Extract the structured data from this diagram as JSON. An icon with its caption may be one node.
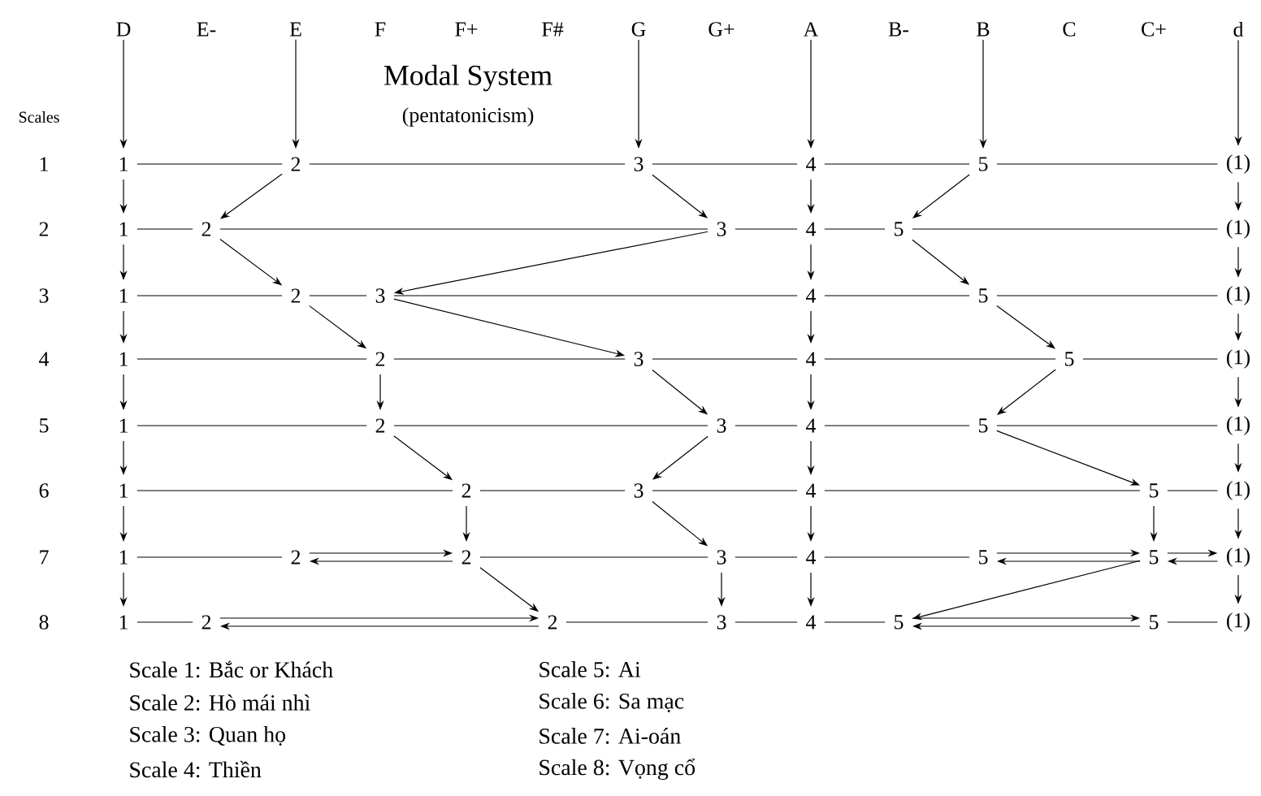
{
  "diagram": {
    "title": "Modal System",
    "nodes": [
      {
        "text": [
          "D"
        ]
      },
      {
        "text": [
          "E"
        ]
      },
      {
        "text": [
          "G"
        ]
      },
      {
        "text": [
          "A"
        ]
      },
      {
        "text": [
          "B"
        ]
      },
      {
        "text": [
          "d"
        ]
      },
      {
        "text": [
          "1"
        ]
      },
      {
        "text": [
          "2"
        ]
      },
      {
        "text": [
          "3"
        ]
      },
      {
        "text": [
          "4"
        ]
      },
      {
        "text": [
          "5"
        ]
      },
      {
        "text": [
          "(1)"
        ]
      },
      {
        "text": [
          "1"
        ]
      },
      {
        "text": [
          "2"
        ]
      },
      {
        "text": [
          "3"
        ]
      },
      {
        "text": [
          "4"
        ]
      },
      {
        "text": [
          "5"
        ]
      },
      {
        "text": [
          "(1)"
        ]
      },
      {
        "text": [
          "1"
        ]
      },
      {
        "text": [
          "2"
        ]
      },
      {
        "text": [
          "3"
        ]
      },
      {
        "text": [
          "4"
        ]
      },
      {
        "text": [
          "5"
        ]
      },
      {
        "text": [
          "(1)"
        ]
      },
      {
        "text": [
          "1"
        ]
      },
      {
        "text": [
          "2"
        ]
      },
      {
        "text": [
          "3"
        ]
      },
      {
        "text": [
          "4"
        ]
      },
      {
        "text": [
          "5"
        ]
      },
      {
        "text": [
          "(1)"
        ]
      },
      {
        "text": [
          "1"
        ]
      },
      {
        "text": [
          "2"
        ]
      },
      {
        "text": [
          "3"
        ]
      },
      {
        "text": [
          "4"
        ]
      },
      {
        "text": [
          "5"
        ]
      },
      {
        "text": [
          "(1)"
        ]
      },
      {
        "text": [
          "1"
        ]
      },
      {
        "text": [
          "2"
        ]
      },
      {
        "text": [
          "3"
        ]
      },
      {
        "text": [
          "4"
        ]
      },
      {
        "text": [
          "5"
        ]
      },
      {
        "text": [
          "(1)"
        ]
      },
      {
        "text": [
          "1"
        ]
      },
      {
        "text": [
          "2"
        ]
      },
      {
        "text": [
          "2"
        ]
      },
      {
        "text": [
          "3"
        ]
      },
      {
        "text": [
          "4"
        ]
      },
      {
        "text": [
          "5"
        ]
      },
      {
        "text": [
          "5"
        ]
      },
      {
        "text": [
          "(1)"
        ]
      },
      {
        "text": [
          "1"
        ]
      },
      {
        "text": [
          "2"
        ]
      },
      {
        "text": [
          "2"
        ]
      },
      {
        "text": [
          "3"
        ]
      },
      {
        "text": [
          "4"
        ]
      },
      {
        "text": [
          "5"
        ]
      },
      {
        "text": [
          "5"
        ]
      },
      {
        "text": [
          "(1)"
        ]
      }
    ],
    "edges": [
      {
        "from": 0,
        "to": 6,
        "arrow": "to"
      },
      {
        "from": 1,
        "to": 7,
        "arrow": "to"
      },
      {
        "from": 2,
        "to": 8,
        "arrow": "to"
      },
      {
        "from": 3,
        "to": 9,
        "arrow": "to"
      },
      {
        "from": 4,
        "to": 10,
        "arrow": "to"
      },
      {
        "from": 5,
        "to": 11,
        "arrow": "to"
      },
      {
        "from": 6,
        "to": 7,
        "arrow": "none"
      },
      {
        "from": 7,
        "to": 8,
        "arrow": "none"
      },
      {
        "from": 8,
        "to": 9,
        "arrow": "none"
      },
      {
        "from": 9,
        "to": 10,
        "arrow": "none"
      },
      {
        "from": 10,
        "to": 11,
        "arrow": "none"
      },
      {
        "from": 12,
        "to": 13,
        "arrow": "none"
      },
      {
        "from": 13,
        "to": 14,
        "arrow": "none"
      },
      {
        "from": 14,
        "to": 15,
        "arrow": "none"
      },
      {
        "from": 15,
        "to": 16,
        "arrow": "none"
      },
      {
        "from": 16,
        "to": 17,
        "arrow": "none"
      },
      {
        "from": 18,
        "to": 19,
        "arrow": "none"
      },
      {
        "from": 19,
        "to": 20,
        "arrow": "none"
      },
      {
        "from": 20,
        "to": 21,
        "arrow": "none"
      },
      {
        "from": 21,
        "to": 22,
        "arrow": "none"
      },
      {
        "from": 22,
        "to": 23,
        "arrow": "none"
      },
      {
        "from": 24,
        "to": 25,
        "arrow": "none"
      },
      {
        "from": 25,
        "to": 26,
        "arrow": "none"
      },
      {
        "from": 26,
        "to": 27,
        "arrow": "none"
      },
      {
        "from": 27,
        "to": 28,
        "arrow": "none"
      },
      {
        "from": 28,
        "to": 29,
        "arrow": "none"
      },
      {
        "from": 30,
        "to": 31,
        "arrow": "none"
      },
      {
        "from": 31,
        "to": 32,
        "arrow": "none"
      },
      {
        "from": 32,
        "to": 33,
        "arrow": "none"
      },
      {
        "from": 33,
        "to": 34,
        "arrow": "none"
      },
      {
        "from": 34,
        "to": 35,
        "arrow": "none"
      },
      {
        "from": 36,
        "to": 37,
        "arrow": "none"
      },
      {
        "from": 37,
        "to": 38,
        "arrow": "none"
      },
      {
        "from": 38,
        "to": 39,
        "arrow": "none"
      },
      {
        "from": 39,
        "to": 40,
        "arrow": "none"
      },
      {
        "from": 40,
        "to": 41,
        "arrow": "none"
      },
      {
        "from": 42,
        "to": 43,
        "arrow": "none"
      },
      {
        "from": 43,
        "to": 44,
        "arrow": "to"
      },
      {
        "from": 44,
        "to": 43,
        "arrow": "to"
      },
      {
        "from": 44,
        "to": 45,
        "arrow": "none"
      },
      {
        "from": 45,
        "to": 46,
        "arrow": "none"
      },
      {
        "from": 46,
        "to": 47,
        "arrow": "none"
      },
      {
        "from": 47,
        "to": 48,
        "arrow": "to"
      },
      {
        "from": 48,
        "to": 47,
        "arrow": "to"
      },
      {
        "from": 48,
        "to": 49,
        "arrow": "to"
      },
      {
        "from": 49,
        "to": 48,
        "arrow": "to"
      },
      {
        "from": 50,
        "to": 51,
        "arrow": "none"
      },
      {
        "from": 51,
        "to": 52,
        "arrow": "to"
      },
      {
        "from": 52,
        "to": 51,
        "arrow": "to"
      },
      {
        "from": 52,
        "to": 53,
        "arrow": "none"
      },
      {
        "from": 53,
        "to": 54,
        "arrow": "none"
      },
      {
        "from": 54,
        "to": 55,
        "arrow": "none"
      },
      {
        "from": 55,
        "to": 56,
        "arrow": "to"
      },
      {
        "from": 56,
        "to": 55,
        "arrow": "to"
      },
      {
        "from": 56,
        "to": 57,
        "arrow": "none"
      },
      {
        "from": 6,
        "to": 12,
        "arrow": "to"
      },
      {
        "from": 12,
        "to": 18,
        "arrow": "to"
      },
      {
        "from": 18,
        "to": 24,
        "arrow": "to"
      },
      {
        "from": 24,
        "to": 30,
        "arrow": "to"
      },
      {
        "from": 30,
        "to": 36,
        "arrow": "to"
      },
      {
        "from": 36,
        "to": 42,
        "arrow": "to"
      },
      {
        "from": 42,
        "to": 50,
        "arrow": "to"
      },
      {
        "from": 9,
        "to": 15,
        "arrow": "to"
      },
      {
        "from": 15,
        "to": 21,
        "arrow": "to"
      },
      {
        "from": 21,
        "to": 27,
        "arrow": "to"
      },
      {
        "from": 27,
        "to": 33,
        "arrow": "to"
      },
      {
        "from": 33,
        "to": 39,
        "arrow": "to"
      },
      {
        "from": 39,
        "to": 46,
        "arrow": "to"
      },
      {
        "from": 46,
        "to": 54,
        "arrow": "to"
      },
      {
        "from": 11,
        "to": 17,
        "arrow": "to"
      },
      {
        "from": 17,
        "to": 23,
        "arrow": "to"
      },
      {
        "from": 23,
        "to": 29,
        "arrow": "to"
      },
      {
        "from": 29,
        "to": 35,
        "arrow": "to"
      },
      {
        "from": 35,
        "to": 41,
        "arrow": "to"
      },
      {
        "from": 41,
        "to": 49,
        "arrow": "to"
      },
      {
        "from": 49,
        "to": 57,
        "arrow": "to"
      },
      {
        "from": 7,
        "to": 13,
        "arrow": "to"
      },
      {
        "from": 8,
        "to": 14,
        "arrow": "to"
      },
      {
        "from": 10,
        "to": 16,
        "arrow": "to"
      },
      {
        "from": 13,
        "to": 19,
        "arrow": "to"
      },
      {
        "from": 14,
        "to": 20,
        "arrow": "to"
      },
      {
        "from": 16,
        "to": 22,
        "arrow": "to"
      },
      {
        "from": 19,
        "to": 25,
        "arrow": "to"
      },
      {
        "from": 20,
        "to": 26,
        "arrow": "to"
      },
      {
        "from": 22,
        "to": 28,
        "arrow": "to"
      },
      {
        "from": 25,
        "to": 31,
        "arrow": "to"
      },
      {
        "from": 26,
        "to": 32,
        "arrow": "to"
      },
      {
        "from": 28,
        "to": 34,
        "arrow": "to"
      },
      {
        "from": 31,
        "to": 37,
        "arrow": "to"
      },
      {
        "from": 32,
        "to": 38,
        "arrow": "to"
      },
      {
        "from": 34,
        "to": 40,
        "arrow": "to"
      },
      {
        "from": 37,
        "to": 44,
        "arrow": "to"
      },
      {
        "from": 38,
        "to": 45,
        "arrow": "to"
      },
      {
        "from": 40,
        "to": 48,
        "arrow": "to"
      },
      {
        "from": 44,
        "to": 52,
        "arrow": "to"
      },
      {
        "from": 45,
        "to": 53,
        "arrow": "to"
      },
      {
        "from": 48,
        "to": 55,
        "arrow": "to"
      }
    ],
    "labels": [
      "E-",
      "F",
      "F+",
      "F#",
      "G+",
      "B-",
      "C",
      "C+",
      "(pentatonicism)",
      "Scales",
      "1",
      "2",
      "3",
      "4",
      "5",
      "6",
      "7",
      "8",
      "Scale 1: Bắc or Khách",
      "Scale 5: Ai",
      "Scale 2: Hò mái nhì",
      "Scale 6: Sa mạc",
      "Scale 3: Quan họ",
      "Scale 7: Ai-oán",
      "Scale 4: Thiền",
      "Scale 8: Vọng cổ"
    ]
  }
}
